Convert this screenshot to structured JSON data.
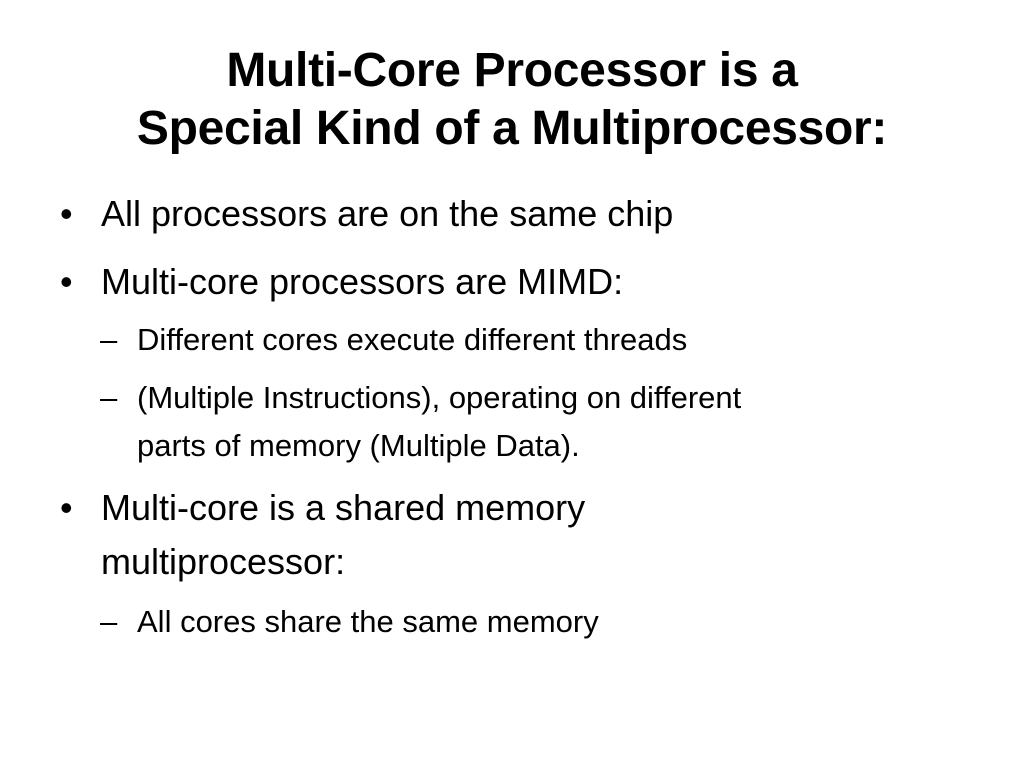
{
  "slide": {
    "title_lines": [
      "Multi-Core Processor is a",
      "Special Kind of a Multiprocessor:"
    ],
    "bullet_marker": "•",
    "sub_marker": "–",
    "bullets": [
      {
        "lines": [
          "All processors are on the same chip"
        ]
      },
      {
        "lines": [
          "Multi-core processors are MIMD:"
        ],
        "subitems": [
          {
            "lines": [
              "Different cores execute different threads"
            ]
          },
          {
            "lines": [
              "(Multiple Instructions), operating on different",
              "parts of memory (Multiple Data)."
            ]
          }
        ]
      },
      {
        "lines": [
          "Multi-core is a shared memory",
          "multiprocessor:"
        ],
        "subitems": [
          {
            "lines": [
              "All cores share the same memory"
            ]
          }
        ]
      }
    ]
  }
}
